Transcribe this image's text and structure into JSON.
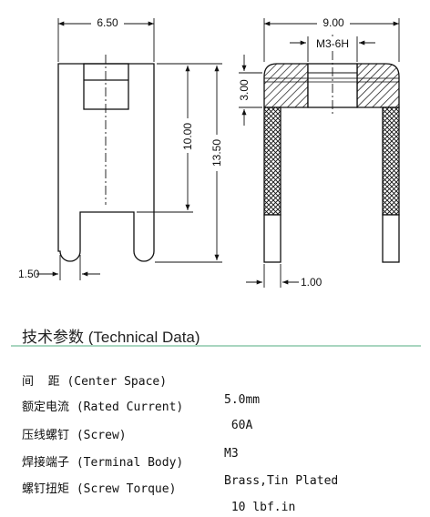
{
  "drawing": {
    "dims": {
      "width_left": "6.50",
      "width_right": "9.00",
      "thread": "M3-6H",
      "height_inner": "10.00",
      "height_total": "13.50",
      "top_thickness": "3.00",
      "leg_width_left": "1.50",
      "leg_width_right": "1.00"
    }
  },
  "tech": {
    "title": "技术参数 (Technical Data)",
    "rows": [
      {
        "label": "间  距 (Center Space)",
        "value": "5.0mm"
      },
      {
        "label": "额定电流 (Rated Current)",
        "value": " 60A"
      },
      {
        "label": "压线螺钉 (Screw)",
        "value": "M3"
      },
      {
        "label": "焊接端子 (Terminal Body)",
        "value": "Brass,Tin Plated"
      },
      {
        "label": "螺钉扭矩 (Screw Torque)",
        "value": " 10 lbf.in"
      }
    ]
  }
}
